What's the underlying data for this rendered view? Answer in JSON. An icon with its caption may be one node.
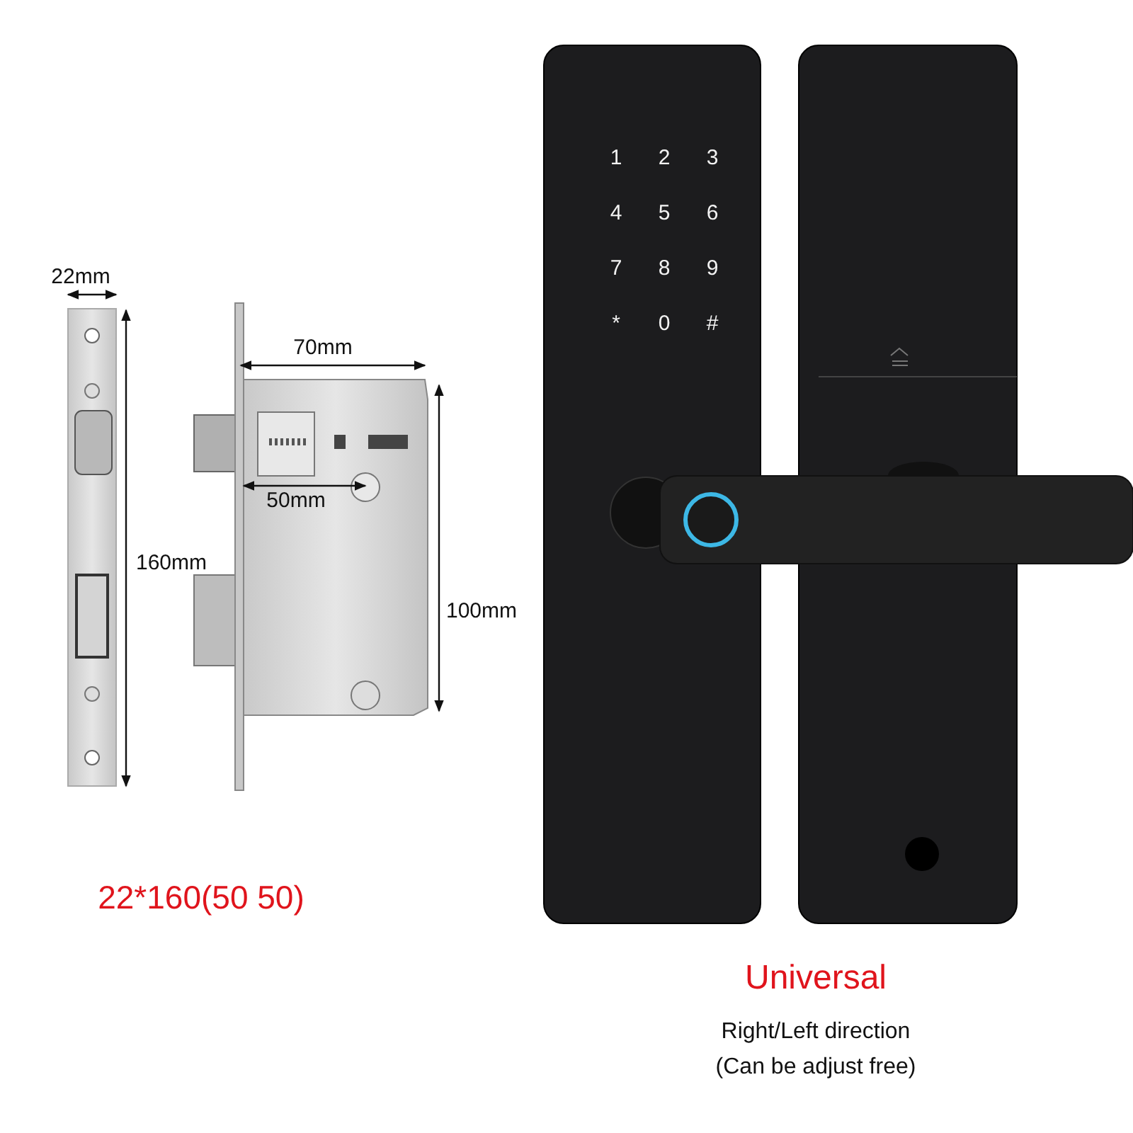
{
  "diagram": {
    "labels": [
      "22mm",
      "70mm",
      "50mm",
      "160mm",
      "100mm",
      "1",
      "2",
      "3",
      "4",
      "5",
      "6",
      "7",
      "8",
      "9",
      "*",
      "0",
      "#",
      "22*160(50 50)",
      "Universal",
      "Right/Left direction",
      "(Can be adjust free)"
    ]
  }
}
